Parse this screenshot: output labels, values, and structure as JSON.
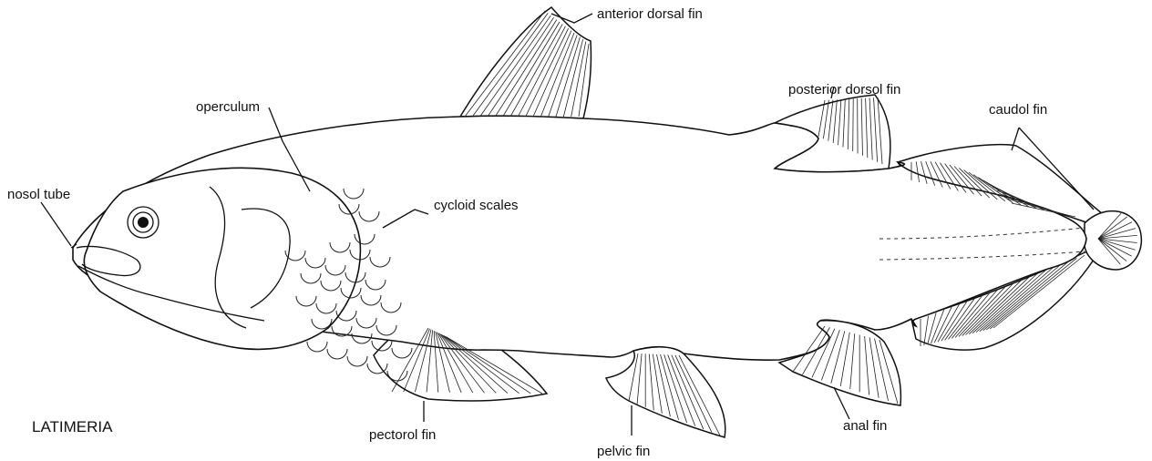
{
  "figure": {
    "title": "LATIMERIA",
    "labels": {
      "anterior_dorsal_fin": "anterior dorsal fin",
      "posterior_dorsal_fin": "posterior dorsol fin",
      "caudal_fin": "caudol fin",
      "operculum": "operculum",
      "nasal_tube": "nosol tube",
      "cycloid_scales": "cycloid scales",
      "pectoral_fin": "pectorol fin",
      "pelvic_fin": "pelvic fin",
      "anal_fin": "anal fin"
    }
  }
}
